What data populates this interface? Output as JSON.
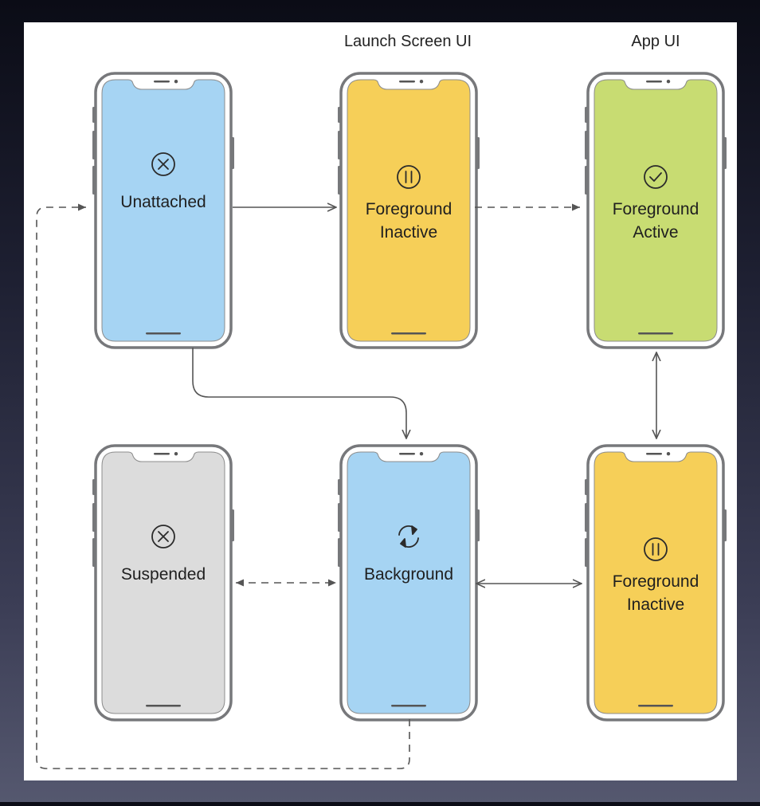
{
  "headers": {
    "launch": "Launch Screen UI",
    "app": "App UI"
  },
  "colors": {
    "canvas": "#ffffff",
    "blue": "#a6d4f3",
    "yellow": "#f6cf58",
    "green": "#c8dc72",
    "gray": "#dcdcdc",
    "frame": "#77787b",
    "arrow": "#555555"
  },
  "phones": [
    {
      "id": "unattached",
      "lines": [
        "Unattached"
      ],
      "icon": "x-circle-icon",
      "color": "blue"
    },
    {
      "id": "fg-inactive-launch",
      "lines": [
        "Foreground",
        "Inactive"
      ],
      "icon": "pause-circle-icon",
      "color": "yellow"
    },
    {
      "id": "fg-active",
      "lines": [
        "Foreground",
        "Active"
      ],
      "icon": "check-circle-icon",
      "color": "green"
    },
    {
      "id": "suspended",
      "lines": [
        "Suspended"
      ],
      "icon": "x-circle-icon",
      "color": "gray"
    },
    {
      "id": "background",
      "lines": [
        "Background"
      ],
      "icon": "refresh-arrows-icon",
      "color": "blue"
    },
    {
      "id": "fg-inactive-app",
      "lines": [
        "Foreground",
        "Inactive"
      ],
      "icon": "pause-circle-icon",
      "color": "yellow"
    }
  ]
}
